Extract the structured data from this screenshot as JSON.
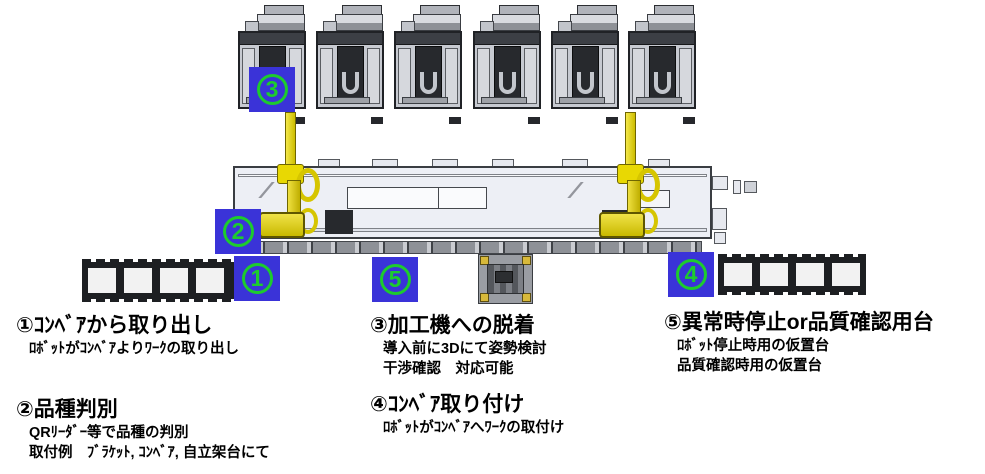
{
  "diagram_title": "robot-machining-line-layout",
  "markers": [
    {
      "name": "pick-from-conveyor",
      "number": "1"
    },
    {
      "name": "type-identification",
      "number": "2"
    },
    {
      "name": "machine-load-unload",
      "number": "3"
    },
    {
      "name": "place-on-conveyor",
      "number": "4"
    },
    {
      "name": "temporary-stand",
      "number": "5"
    }
  ],
  "annotations": [
    {
      "title": "①ｺﾝﾍﾞｱから取り出し",
      "lines": [
        "ﾛﾎﾞｯﾄがｺﾝﾍﾞｱよりﾜｰｸの取り出し"
      ]
    },
    {
      "title": "②品種判別",
      "lines": [
        "QRﾘｰﾀﾞｰ等で品種の判別",
        "取付例　ﾌﾞﾗｹｯﾄ, ｺﾝﾍﾞｱ, 自立架台にて"
      ]
    },
    {
      "title": "③加工機への脱着",
      "lines": [
        "導入前に3Dにて姿勢検討",
        "干渉確認　対応可能"
      ]
    },
    {
      "title": "④ｺﾝﾍﾞｱ取り付け",
      "lines": [
        "ﾛﾎﾞｯﾄがｺﾝﾍﾞｱへﾜｰｸの取付け"
      ]
    },
    {
      "title": "⑤異常時停止or品質確認用台",
      "lines": [
        "ﾛﾎﾞｯﾄ停止時用の仮置台",
        "品質確認時用の仮置台"
      ]
    }
  ],
  "colors": {
    "marker_background": "#3a33d8",
    "marker_number": "#1dcb2e",
    "robot_yellow": "#e8d803",
    "machine_gray": "#c7cad1",
    "conveyor_frame": "#1d1f22",
    "pallet_corner": "#d8b93a"
  }
}
